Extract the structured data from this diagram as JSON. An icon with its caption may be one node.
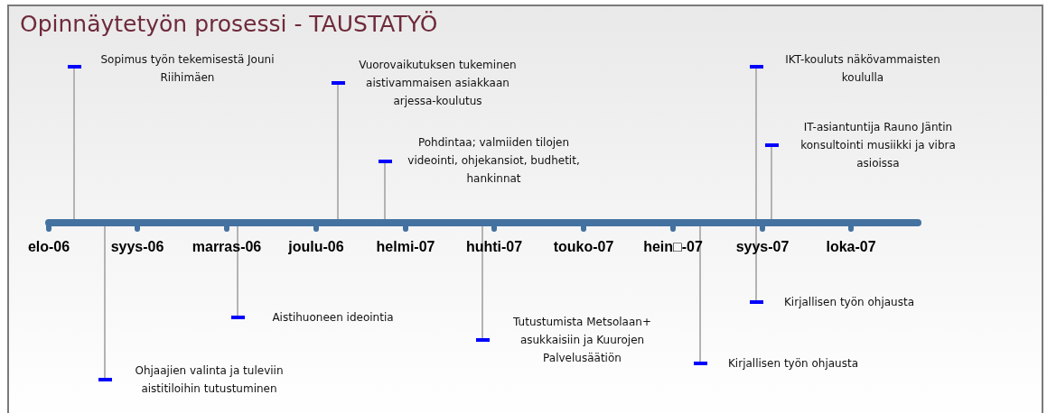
{
  "diagram": {
    "title": "Opinnäytetyön prosessi - TAUSTATYÖ",
    "nodes": [
      {
        "text": [],
        "shape": "bar"
      },
      {
        "text": [
          "Sopimus työn tekemisestä Jouni Riihimäen"
        ]
      },
      {
        "text": [
          "Vuorovaikutuksen tukeminen aistivammaisen asiakkaan arjessa-koulutus"
        ]
      },
      {
        "text": [
          "Pohdintaa; valmiiden tilojen videointi, ohjekansiot, budhetit, hankinnat"
        ]
      },
      {
        "text": [
          "IKT-kouluts näkövammaisten koululla"
        ]
      },
      {
        "text": [
          "IT-asiantuntija Rauno Jäntin konsultointi musiikki ja vibra asioissa"
        ]
      },
      {
        "text": [
          "Ohjaajien valinta ja tuleviin aistitiloihin tutustuminen"
        ]
      },
      {
        "text": [
          "Aistihuoneen ideointia"
        ]
      },
      {
        "text": [
          "Tutustumista Metsolaan+ asukkaisiin ja Kuurojen Palvelusäätiön"
        ]
      },
      {
        "text": [
          "Kirjallisen työn ohjausta"
        ]
      },
      {
        "text": [
          "Kirjallisen työn ohjausta"
        ]
      }
    ],
    "edges": [
      {
        "from": 1,
        "to": 0,
        "arrow": "none"
      },
      {
        "from": 2,
        "to": 0,
        "arrow": "none"
      },
      {
        "from": 3,
        "to": 0,
        "arrow": "none"
      },
      {
        "from": 4,
        "to": 0,
        "arrow": "none"
      },
      {
        "from": 5,
        "to": 0,
        "arrow": "none"
      },
      {
        "from": 6,
        "to": 0,
        "arrow": "none"
      },
      {
        "from": 7,
        "to": 0,
        "arrow": "none"
      },
      {
        "from": 8,
        "to": 0,
        "arrow": "none"
      },
      {
        "from": 9,
        "to": 0,
        "arrow": "none"
      },
      {
        "from": 10,
        "to": 0,
        "arrow": "none"
      }
    ],
    "labels": [
      "elo-06",
      "syys-06",
      "marras-06",
      "joulu-06",
      "helmi-07",
      "huhti-07",
      "touko-07",
      "hein□-07",
      "syys-07",
      "loka-07"
    ]
  }
}
